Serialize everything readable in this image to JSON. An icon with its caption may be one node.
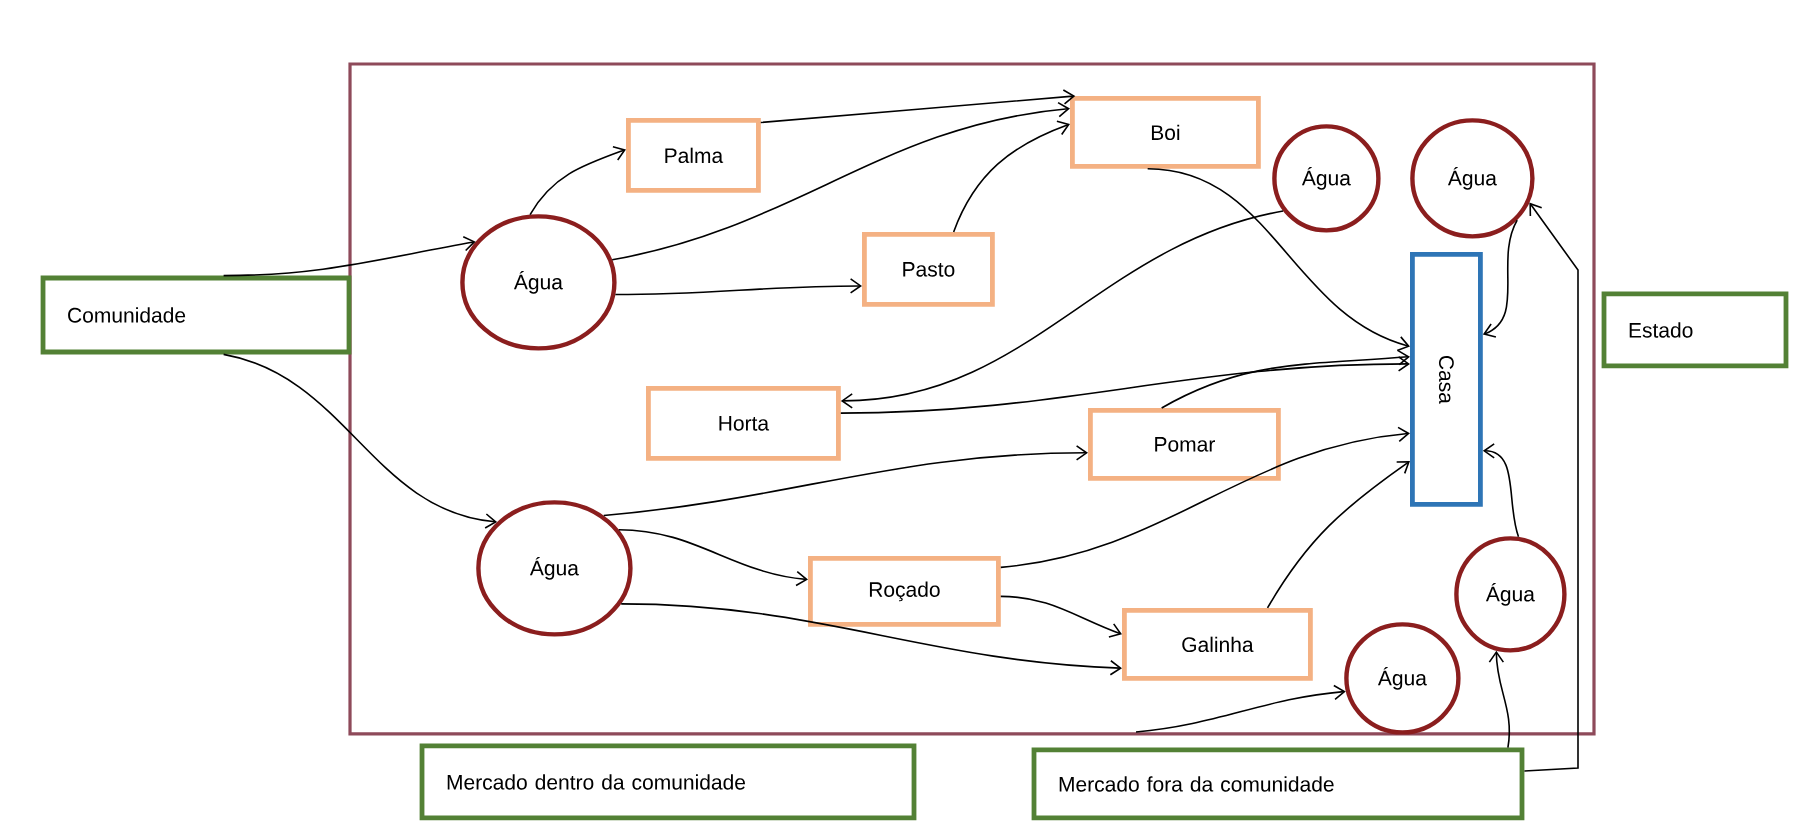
{
  "diagram": {
    "nodes": [
      {
        "text": [],
        "shape": "box"
      },
      {
        "text": [
          "Comunidade"
        ]
      },
      {
        "text": [
          "Água"
        ],
        "in": 0
      },
      {
        "text": [
          "Palma"
        ],
        "in": 0
      },
      {
        "text": [
          "Pasto"
        ],
        "in": 0
      },
      {
        "text": [
          "Boi"
        ],
        "in": 0
      },
      {
        "text": [
          "Água"
        ],
        "in": 0
      },
      {
        "text": [
          "Água"
        ],
        "in": 0
      },
      {
        "text": [
          "Casa"
        ],
        "in": 0
      },
      {
        "text": [
          "Estado"
        ]
      },
      {
        "text": [
          "Horta"
        ],
        "in": 0
      },
      {
        "text": [
          "Pomar"
        ],
        "in": 0
      },
      {
        "text": [
          "Água"
        ],
        "in": 0
      },
      {
        "text": [
          "Roçado"
        ],
        "in": 0
      },
      {
        "text": [
          "Galinha"
        ],
        "in": 0
      },
      {
        "text": [
          "Água"
        ],
        "in": 0
      },
      {
        "text": [
          "Água"
        ],
        "in": 0
      },
      {
        "text": [
          "Mercado dentro da comunidade"
        ]
      },
      {
        "text": [
          "Mercado fora da comunidade"
        ]
      }
    ],
    "edges": [
      {
        "from": 1,
        "to": 2,
        "arrow": "to"
      },
      {
        "from": 1,
        "to": 12,
        "arrow": "to"
      },
      {
        "from": 2,
        "to": 3,
        "arrow": "to"
      },
      {
        "from": 3,
        "to": 5,
        "arrow": "to"
      },
      {
        "from": 2,
        "to": 5,
        "arrow": "to"
      },
      {
        "from": 4,
        "to": 5,
        "arrow": "to"
      },
      {
        "from": 2,
        "to": 4,
        "arrow": "to"
      },
      {
        "from": 5,
        "to": 8,
        "arrow": "to"
      },
      {
        "from": 6,
        "to": 10,
        "arrow": "to"
      },
      {
        "from": 10,
        "to": 8,
        "arrow": "to"
      },
      {
        "from": 11,
        "to": 8,
        "arrow": "to"
      },
      {
        "from": 12,
        "to": 11,
        "arrow": "to"
      },
      {
        "from": 12,
        "to": 13,
        "arrow": "to"
      },
      {
        "from": 12,
        "to": 14,
        "arrow": "to"
      },
      {
        "from": 13,
        "to": 8,
        "arrow": "to"
      },
      {
        "from": 13,
        "to": 14,
        "arrow": "to"
      },
      {
        "from": 14,
        "to": 8,
        "arrow": "to"
      },
      {
        "from": null,
        "to": 15,
        "arrow": "to"
      },
      {
        "from": 18,
        "to": 16,
        "arrow": "to"
      },
      {
        "from": 18,
        "to": 7,
        "arrow": "to"
      },
      {
        "from": 16,
        "to": 8,
        "arrow": "to"
      },
      {
        "from": 7,
        "to": 8,
        "arrow": "to"
      }
    ]
  }
}
